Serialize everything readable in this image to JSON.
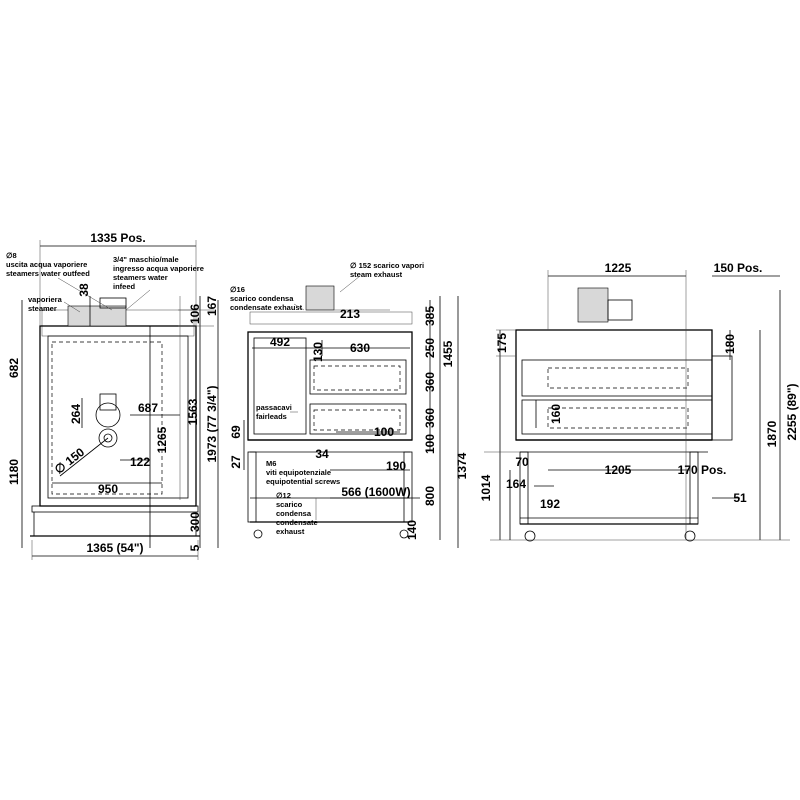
{
  "front_view": {
    "dim_width_top": "1335 Pos.",
    "dim_width_bottom": "1365 (54\")",
    "dim_height_682": "682",
    "dim_height_1180": "1180",
    "dim_height_1973": "1973 (77 3/4\")",
    "dim_height_1563": "1563",
    "dim_height_1265": "1265",
    "dim_106": "106",
    "dim_167": "167",
    "dim_300": "300",
    "dim_5": "5",
    "dim_38": "38",
    "dim_687": "687",
    "dim_264": "264",
    "dim_150": "150",
    "dim_122": "122",
    "dim_950": "950",
    "note_outfeed_line1": "∅8",
    "note_outfeed_line2": "uscita acqua vaporiere",
    "note_outfeed_line3": "steamers water outfeed",
    "note_infeed_line1": "3/4\" maschio/male",
    "note_infeed_line2": "ingresso acqua vaporiere",
    "note_infeed_line3": "steamers water",
    "note_infeed_line4": "infeed",
    "note_steamer_line1": "vaporiera",
    "note_steamer_line2": "steamer"
  },
  "side_view": {
    "note_exhaust_line1": "∅ 152 scarico vapori",
    "note_exhaust_line2": "steam exhaust",
    "note_cond16_line1": "∅16",
    "note_cond16_line2": "scarico condensa",
    "note_cond16_line3": "condensate exhaust",
    "dim_213": "213",
    "dim_492": "492",
    "dim_630": "630",
    "dim_130": "130",
    "dim_385": "385",
    "dim_250": "250",
    "dim_360a": "360",
    "dim_360b": "360",
    "dim_1455": "1455",
    "dim_100a": "100",
    "dim_100b": "100",
    "dim_1374": "1374",
    "dim_69": "69",
    "dim_27": "27",
    "dim_190": "190",
    "dim_34": "34",
    "dim_566": "566 (1600W)",
    "dim_800": "800",
    "dim_140": "140",
    "note_fairleads_line1": "passacavi",
    "note_fairleads_line2": "fairleads",
    "note_m6_line1": "M6",
    "note_m6_line2": "viti equipotenziale",
    "note_m6_line3": "equipotential screws",
    "note_cond12_line1": "∅12",
    "note_cond12_line2": "scarico",
    "note_cond12_line3": "condensa",
    "note_cond12_line4": "condensate",
    "note_cond12_line5": "exhaust"
  },
  "right_view": {
    "dim_1225": "1225",
    "dim_150pos": "150 Pos.",
    "dim_175": "175",
    "dim_180": "180",
    "dim_160": "160",
    "dim_1870": "1870",
    "dim_2255": "2255 (89\")",
    "dim_70": "70",
    "dim_1014": "1014",
    "dim_164": "164",
    "dim_1205": "1205",
    "dim_170pos": "170 Pos.",
    "dim_192": "192",
    "dim_51": "51"
  }
}
